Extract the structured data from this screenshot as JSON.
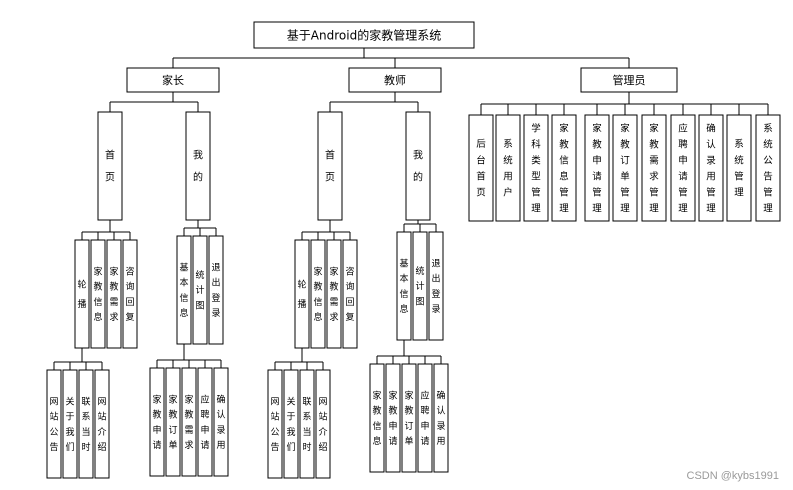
{
  "root": "基于Android的家教管理系统",
  "roles": {
    "parent": {
      "label": "家长",
      "home": {
        "label": "首页",
        "items": [
          "轮播",
          "家教信息",
          "家教需求",
          "咨询回复"
        ],
        "sub": [
          "网站公告",
          "关于我们",
          "联系当时",
          "网站介绍"
        ]
      },
      "mine": {
        "label": "我的",
        "items": [
          "基本信息",
          "统计图",
          "退出登录"
        ],
        "sub": [
          "家教申请",
          "家教订单",
          "家教需求",
          "应聘申请",
          "确认录用"
        ]
      }
    },
    "teacher": {
      "label": "教师",
      "home": {
        "label": "首页",
        "items": [
          "轮播",
          "家教信息",
          "家教需求",
          "咨询回复"
        ],
        "sub": [
          "网站公告",
          "关于我们",
          "联系当时",
          "网站介绍"
        ]
      },
      "mine": {
        "label": "我的",
        "items": [
          "基本信息",
          "统计图",
          "退出登录"
        ],
        "sub": [
          "家教信息",
          "家教申请",
          "家教订单",
          "应聘申请",
          "确认录用"
        ]
      }
    },
    "admin": {
      "label": "管理员",
      "items": [
        "后台首页",
        "系统用户",
        "学科类型管理",
        "家教信息管理",
        "家教申请管理",
        "家教订单管理",
        "家教需求管理",
        "应聘申请管理",
        "确认录用管理",
        "系统管理",
        "系统公告管理"
      ]
    }
  },
  "watermark": "CSDN @kybs1991"
}
